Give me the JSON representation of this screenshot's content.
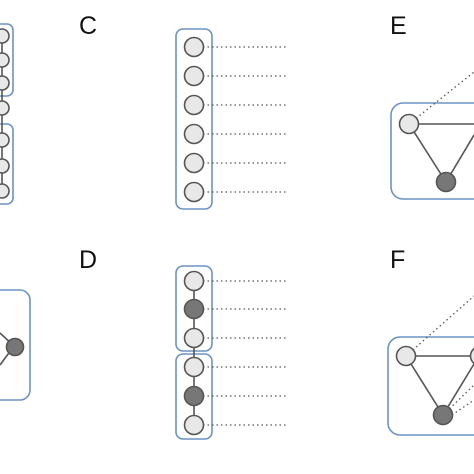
{
  "panels": {
    "c": {
      "label": "C"
    },
    "d": {
      "label": "D"
    },
    "e": {
      "label": "E"
    },
    "f": {
      "label": "F"
    }
  },
  "colors": {
    "box": "#6b93c4",
    "edge": "#555555",
    "node_light": "#e8e8e8",
    "node_dark": "#777777"
  }
}
